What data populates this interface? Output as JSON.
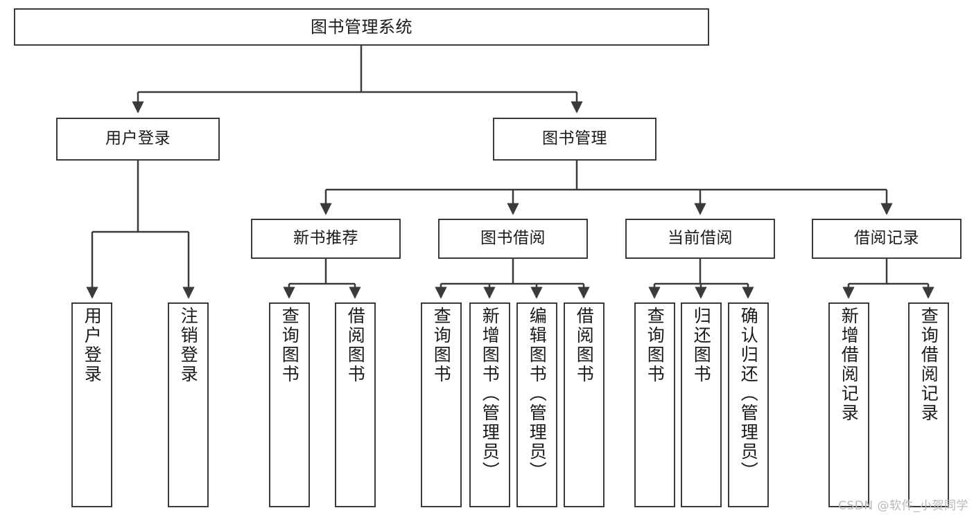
{
  "diagram": {
    "title": "图书管理系统",
    "type": "hierarchy-tree",
    "watermark": "CSDN @软件_小贺同学",
    "colors": {
      "stroke": "#3a3a3a",
      "text": "#1a1a1a",
      "background": "#ffffff",
      "watermark": "#b9b9b9"
    },
    "levels": {
      "root": {
        "label": "图书管理系统"
      },
      "level2": [
        {
          "label": "用户登录"
        },
        {
          "label": "图书管理"
        }
      ],
      "level3": [
        {
          "label": "新书推荐"
        },
        {
          "label": "图书借阅"
        },
        {
          "label": "当前借阅"
        },
        {
          "label": "借阅记录"
        }
      ],
      "leaves": [
        {
          "label": "用户登录",
          "parent": "用户登录"
        },
        {
          "label": "注销登录",
          "parent": "用户登录"
        },
        {
          "label": "查询图书",
          "parent": "新书推荐"
        },
        {
          "label": "借阅图书",
          "parent": "新书推荐"
        },
        {
          "label": "查询图书",
          "parent": "图书借阅"
        },
        {
          "label": "新增图书（管理员）",
          "parent": "图书借阅"
        },
        {
          "label": "编辑图书（管理员）",
          "parent": "图书借阅"
        },
        {
          "label": "借阅图书",
          "parent": "图书借阅"
        },
        {
          "label": "查询图书",
          "parent": "当前借阅"
        },
        {
          "label": "归还图书",
          "parent": "当前借阅"
        },
        {
          "label": "确认归还（管理员）",
          "parent": "当前借阅"
        },
        {
          "label": "新增借阅记录",
          "parent": "借阅记录"
        },
        {
          "label": "查询借阅记录",
          "parent": "借阅记录"
        }
      ]
    }
  }
}
